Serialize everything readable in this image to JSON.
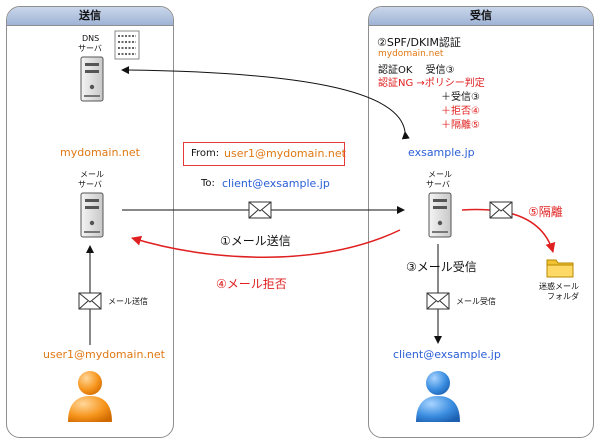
{
  "left_panel": {
    "title": "送信"
  },
  "right_panel": {
    "title": "受信"
  },
  "dns_server": {
    "label_line1": "DNS",
    "label_line2": "サーバ"
  },
  "sender_server": {
    "label_line1": "メール",
    "label_line2": "サーバ",
    "domain": "mydomain.net"
  },
  "receiver_server": {
    "label_line1": "メール",
    "label_line2": "サーバ",
    "domain": "exsample.jp"
  },
  "auth_info": {
    "title": "②SPF/DKIM認証",
    "domain": "mydomain.net",
    "ok_line": "認証OK　 受信③",
    "ng_line": "認証NG →ポリシー判定",
    "opt1": "＋受信③",
    "opt2": "＋拒否④",
    "opt3": "＋隔離⑤"
  },
  "from_box": {
    "prefix": "From:",
    "address": "user1@mydomain.net"
  },
  "to_line": {
    "prefix": "To:",
    "address": "client@exsample.jp"
  },
  "flows": {
    "send": "①メール送信",
    "reject": "④メール拒否",
    "receive": "③メール受信",
    "quarantine": "⑤隔離"
  },
  "left_user": {
    "send_label": "メール送信",
    "address": "user1@mydomain.net"
  },
  "right_user": {
    "receive_label": "メール受信",
    "address": "client@exsample.jp"
  },
  "folder": {
    "line1": "迷惑メール",
    "line2": "フォルダ"
  },
  "colors": {
    "orange": "#e07814",
    "blue": "#2a5fd6",
    "red": "#e02020",
    "panel_head": "#a9bcdb"
  }
}
